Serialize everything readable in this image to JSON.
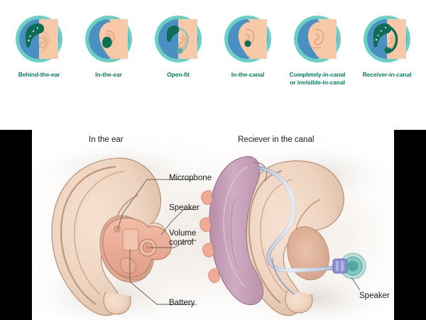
{
  "styles_strip": {
    "items": [
      {
        "id": "behind-the-ear",
        "label": "Behind-the-ear",
        "icon": "ear-with-bte-device-icon"
      },
      {
        "id": "in-the-ear",
        "label": "In-the-ear",
        "icon": "ear-with-ite-device-icon"
      },
      {
        "id": "open-fit",
        "label": "Open-fit",
        "icon": "ear-with-openfit-device-icon"
      },
      {
        "id": "in-the-canal",
        "label": "In-the-canal",
        "icon": "ear-with-itc-device-icon"
      },
      {
        "id": "completely-in-canal",
        "label": "Completely-in-canal\nor invisible-in-canal",
        "icon": "ear-with-cic-device-icon"
      },
      {
        "id": "receiver-in-canal",
        "label": "Receiver-in-canal",
        "icon": "ear-with-ric-device-icon"
      }
    ]
  },
  "illustration": {
    "left_diagram": {
      "title": "In the ear",
      "callouts": [
        {
          "id": "microphone",
          "label": "Microphone"
        },
        {
          "id": "speaker",
          "label": "Speaker"
        },
        {
          "id": "volume-control",
          "label": "Volume\ncontrol"
        },
        {
          "id": "battery",
          "label": "Battery"
        }
      ]
    },
    "right_diagram": {
      "title": "Reciever in the canal",
      "callouts": [
        {
          "id": "speaker",
          "label": "Speaker"
        }
      ]
    }
  },
  "colors": {
    "badge_ring": "#6dcfc4",
    "badge_head": "#4a90c2",
    "skin": "#f7c9a8",
    "device_green": "#0d6e55",
    "label_green": "#0e7a62",
    "panel_letterbox": "#000000",
    "device_mauve": "#c49db4",
    "device_pink": "#eeaa95"
  }
}
